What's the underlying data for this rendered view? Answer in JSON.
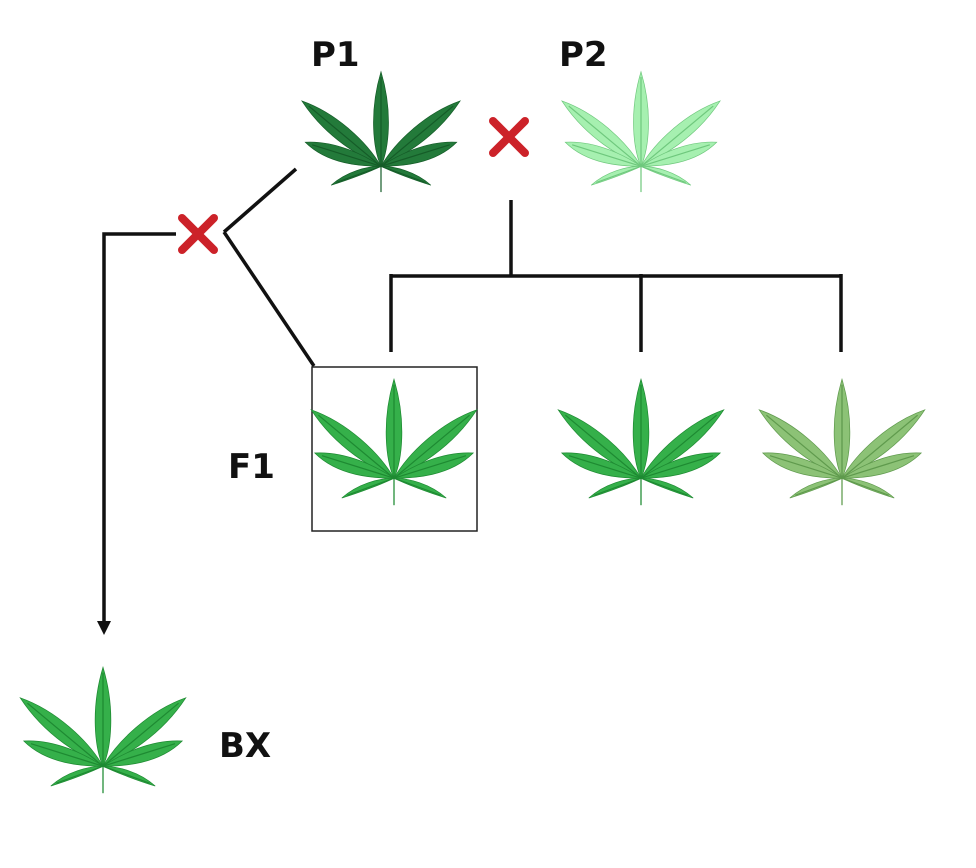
{
  "labels": {
    "p1": "P1",
    "p2": "P2",
    "f1": "F1",
    "bx": "BX"
  },
  "colors": {
    "line": "#111111",
    "cross": "#cc2229",
    "p1_leaf": "#237a3a",
    "p1_vein": "#155c28",
    "p2_leaf": "#a6f0b0",
    "p2_vein": "#6fc87d",
    "f1_leaf": "#35b04a",
    "f1_vein": "#1e8a32",
    "sibling2_leaf": "#35b04a",
    "sibling2_vein": "#1e8a32",
    "sibling3_leaf": "#8cc276",
    "sibling3_vein": "#5f9a4d",
    "bx_leaf": "#35b04a",
    "bx_vein": "#1e8a32"
  },
  "icons": {
    "leaf": "cannabis-leaf-icon",
    "cross": "cross-mark-icon"
  }
}
